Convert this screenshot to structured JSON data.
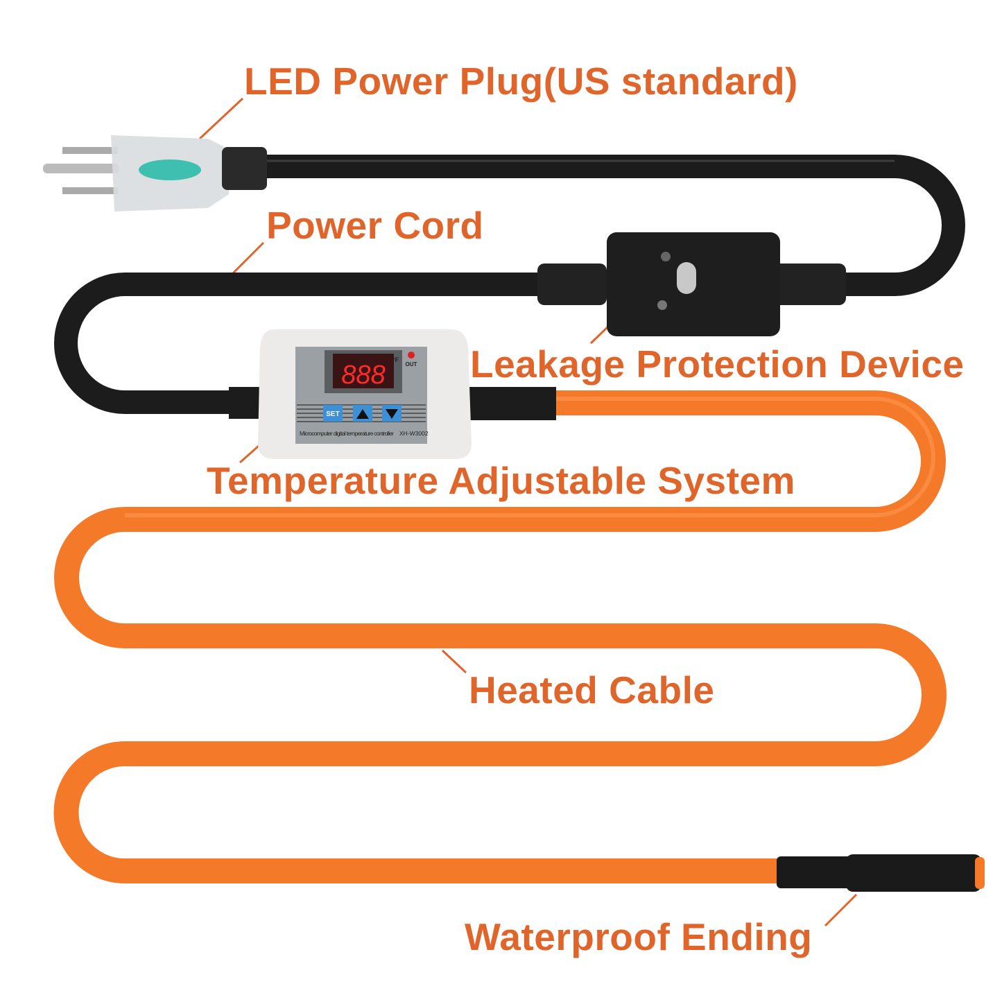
{
  "labels": {
    "plug": "LED Power Plug(US standard)",
    "power_cord": "Power Cord",
    "leakage": "Leakage Protection Device",
    "temperature": "Temperature Adjustable System",
    "heated_cable": "Heated Cable",
    "waterproof": "Waterproof Ending"
  },
  "controller": {
    "display": "888",
    "unit": "°F",
    "out_label": "OUT",
    "set_label": "SET",
    "caption": "Microcomputer digital temperature controller",
    "model": "XH-W3002"
  },
  "colors": {
    "label": "#e0652b",
    "heated_cable": "#f47a2a",
    "power_cord": "#1c1c1c",
    "display_digits": "#ff2a2a"
  }
}
